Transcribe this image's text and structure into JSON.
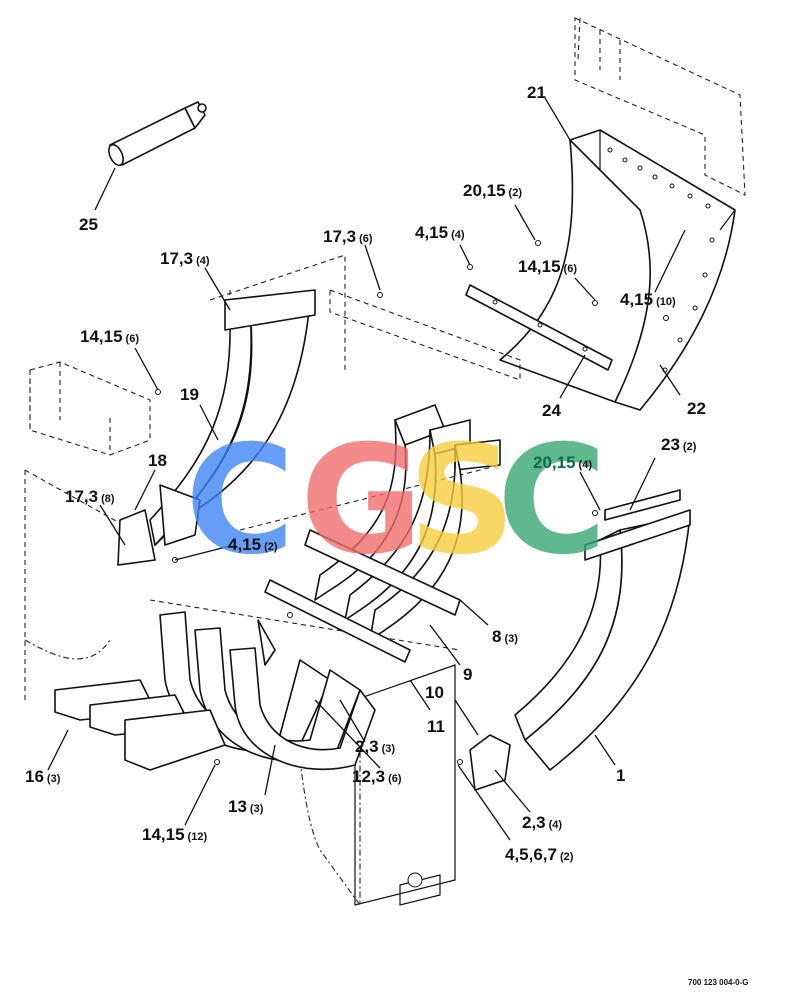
{
  "callouts": [
    {
      "num": "1",
      "qty": ""
    },
    {
      "num": "2,3",
      "qty": "(4)"
    },
    {
      "num": "2,3",
      "qty": "(3)"
    },
    {
      "num": "4,5,6,7",
      "qty": "(2)"
    },
    {
      "num": "4,15",
      "qty": "(2)"
    },
    {
      "num": "4,15",
      "qty": "(4)"
    },
    {
      "num": "4,15",
      "qty": "(10)"
    },
    {
      "num": "8",
      "qty": "(3)"
    },
    {
      "num": "9",
      "qty": ""
    },
    {
      "num": "10",
      "qty": ""
    },
    {
      "num": "11",
      "qty": ""
    },
    {
      "num": "12,3",
      "qty": "(6)"
    },
    {
      "num": "13",
      "qty": "(3)"
    },
    {
      "num": "14,15",
      "qty": "(12)"
    },
    {
      "num": "14,15",
      "qty": "(6)"
    },
    {
      "num": "14,15",
      "qty": "(6)"
    },
    {
      "num": "16",
      "qty": "(3)"
    },
    {
      "num": "17,3",
      "qty": "(4)"
    },
    {
      "num": "17,3",
      "qty": "(6)"
    },
    {
      "num": "17,3",
      "qty": "(8)"
    },
    {
      "num": "18",
      "qty": ""
    },
    {
      "num": "19",
      "qty": ""
    },
    {
      "num": "20,15",
      "qty": "(2)"
    },
    {
      "num": "20,15",
      "qty": "(4)"
    },
    {
      "num": "21",
      "qty": ""
    },
    {
      "num": "22",
      "qty": ""
    },
    {
      "num": "23",
      "qty": "(2)"
    },
    {
      "num": "24",
      "qty": ""
    },
    {
      "num": "25",
      "qty": ""
    }
  ],
  "watermark": {
    "letters": [
      "C",
      "G",
      "S",
      "C"
    ],
    "colors": [
      "#3b82f6",
      "#f26b6b",
      "#f7cc3a",
      "#34a56f"
    ]
  },
  "figure_number": "700 123 004-0-G",
  "colors": {
    "ink": "#111111",
    "paper": "#ffffff",
    "callout_highlight": "#0b6a4a"
  }
}
